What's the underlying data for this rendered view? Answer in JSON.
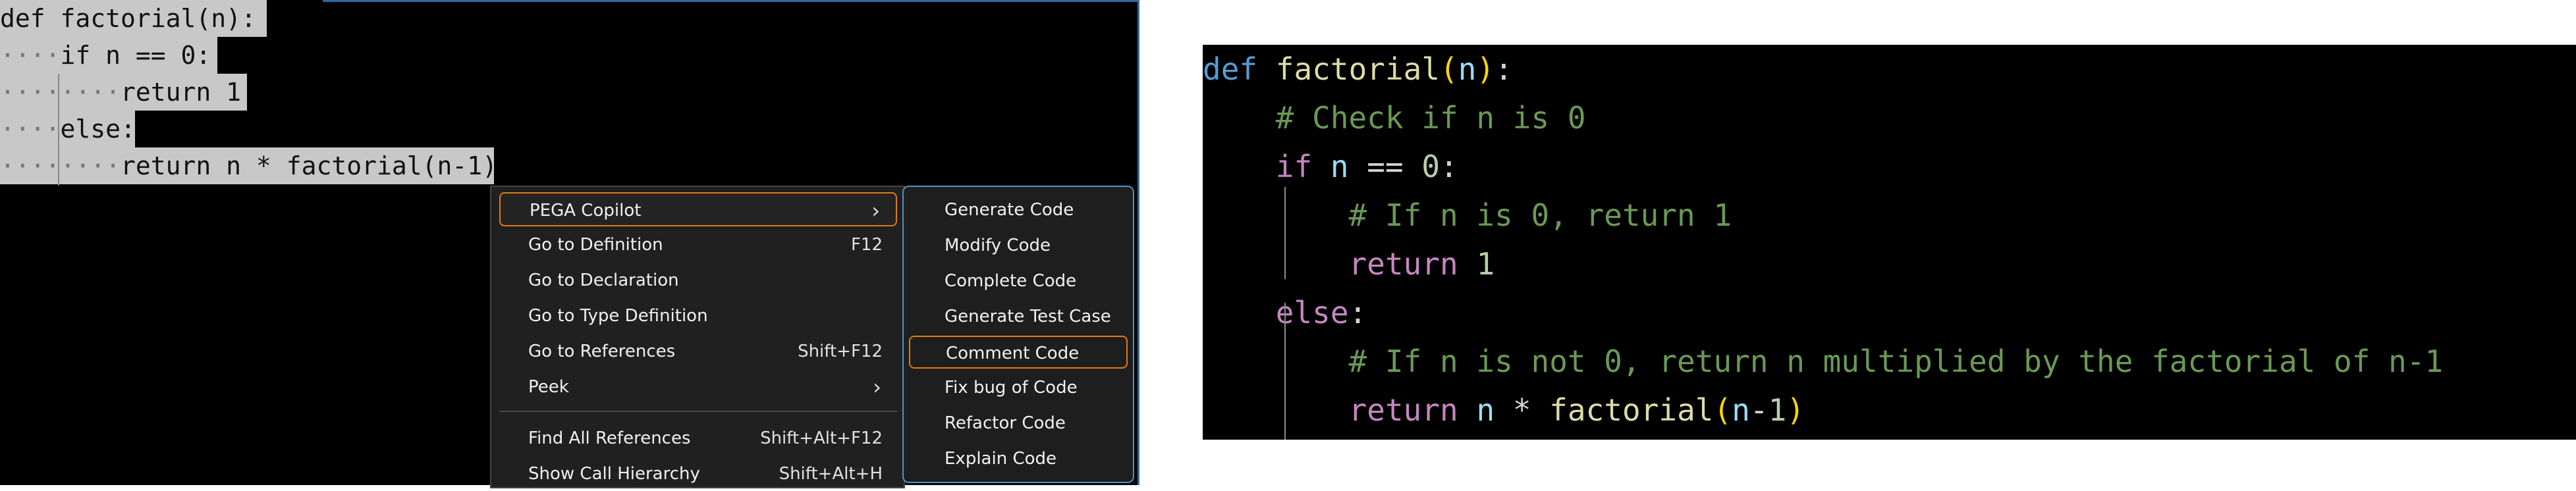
{
  "left_editor": {
    "lines": [
      {
        "indent": "",
        "code": "def factorial(n):"
      },
      {
        "indent": "····",
        "code": "if n == 0:"
      },
      {
        "indent": "········",
        "code": "return 1"
      },
      {
        "indent": "····",
        "code": "else:"
      },
      {
        "indent": "········",
        "code": "return n * factorial(n-1)"
      }
    ]
  },
  "context_menu": {
    "items": [
      {
        "label": "PEGA Copilot",
        "shortcut": "",
        "submenu": true,
        "highlighted": true
      },
      {
        "label": "Go to Definition",
        "shortcut": "F12"
      },
      {
        "label": "Go to Declaration",
        "shortcut": ""
      },
      {
        "label": "Go to Type Definition",
        "shortcut": ""
      },
      {
        "label": "Go to References",
        "shortcut": "Shift+F12"
      },
      {
        "label": "Peek",
        "shortcut": "",
        "submenu": true
      },
      {
        "label": "Find All References",
        "shortcut": "Shift+Alt+F12"
      },
      {
        "label": "Show Call Hierarchy",
        "shortcut": "Shift+Alt+H"
      }
    ],
    "chevron_icon": "chevron-right-icon"
  },
  "submenu": {
    "items": [
      {
        "label": "Generate Code"
      },
      {
        "label": "Modify Code"
      },
      {
        "label": "Complete Code"
      },
      {
        "label": "Generate Test Case"
      },
      {
        "label": "Comment Code",
        "highlighted": true
      },
      {
        "label": "Fix bug of Code"
      },
      {
        "label": "Refactor Code"
      },
      {
        "label": "Explain Code"
      }
    ]
  },
  "right_code": {
    "l1": {
      "kw": "def",
      "fn": "factorial",
      "open": "(",
      "param": "n",
      "close": ")",
      "colon": ":"
    },
    "l2": {
      "comment": "# Check if n is 0"
    },
    "l3": {
      "kw": "if",
      "param": "n",
      "op": " == ",
      "num": "0",
      "colon": ":"
    },
    "l4": {
      "comment": "# If n is 0, return 1"
    },
    "l5": {
      "kw": "return",
      "num": "1"
    },
    "l6": {
      "kw": "else",
      "colon": ":"
    },
    "l7": {
      "comment": "# If n is not 0, return n multiplied by the factorial of n-1"
    },
    "l8": {
      "kw": "return",
      "param": "n",
      "op": " * ",
      "fn": "factorial",
      "open": "(",
      "param2": "n",
      "minus": "-",
      "num": "1",
      "close": ")"
    }
  },
  "colors": {
    "accent_highlight": "#e07b12",
    "submenu_border": "#4d94c4",
    "keyword_blue": "#569cd6",
    "keyword_purple": "#c586c0",
    "function": "#dcdcaa",
    "comment": "#6a9955"
  }
}
